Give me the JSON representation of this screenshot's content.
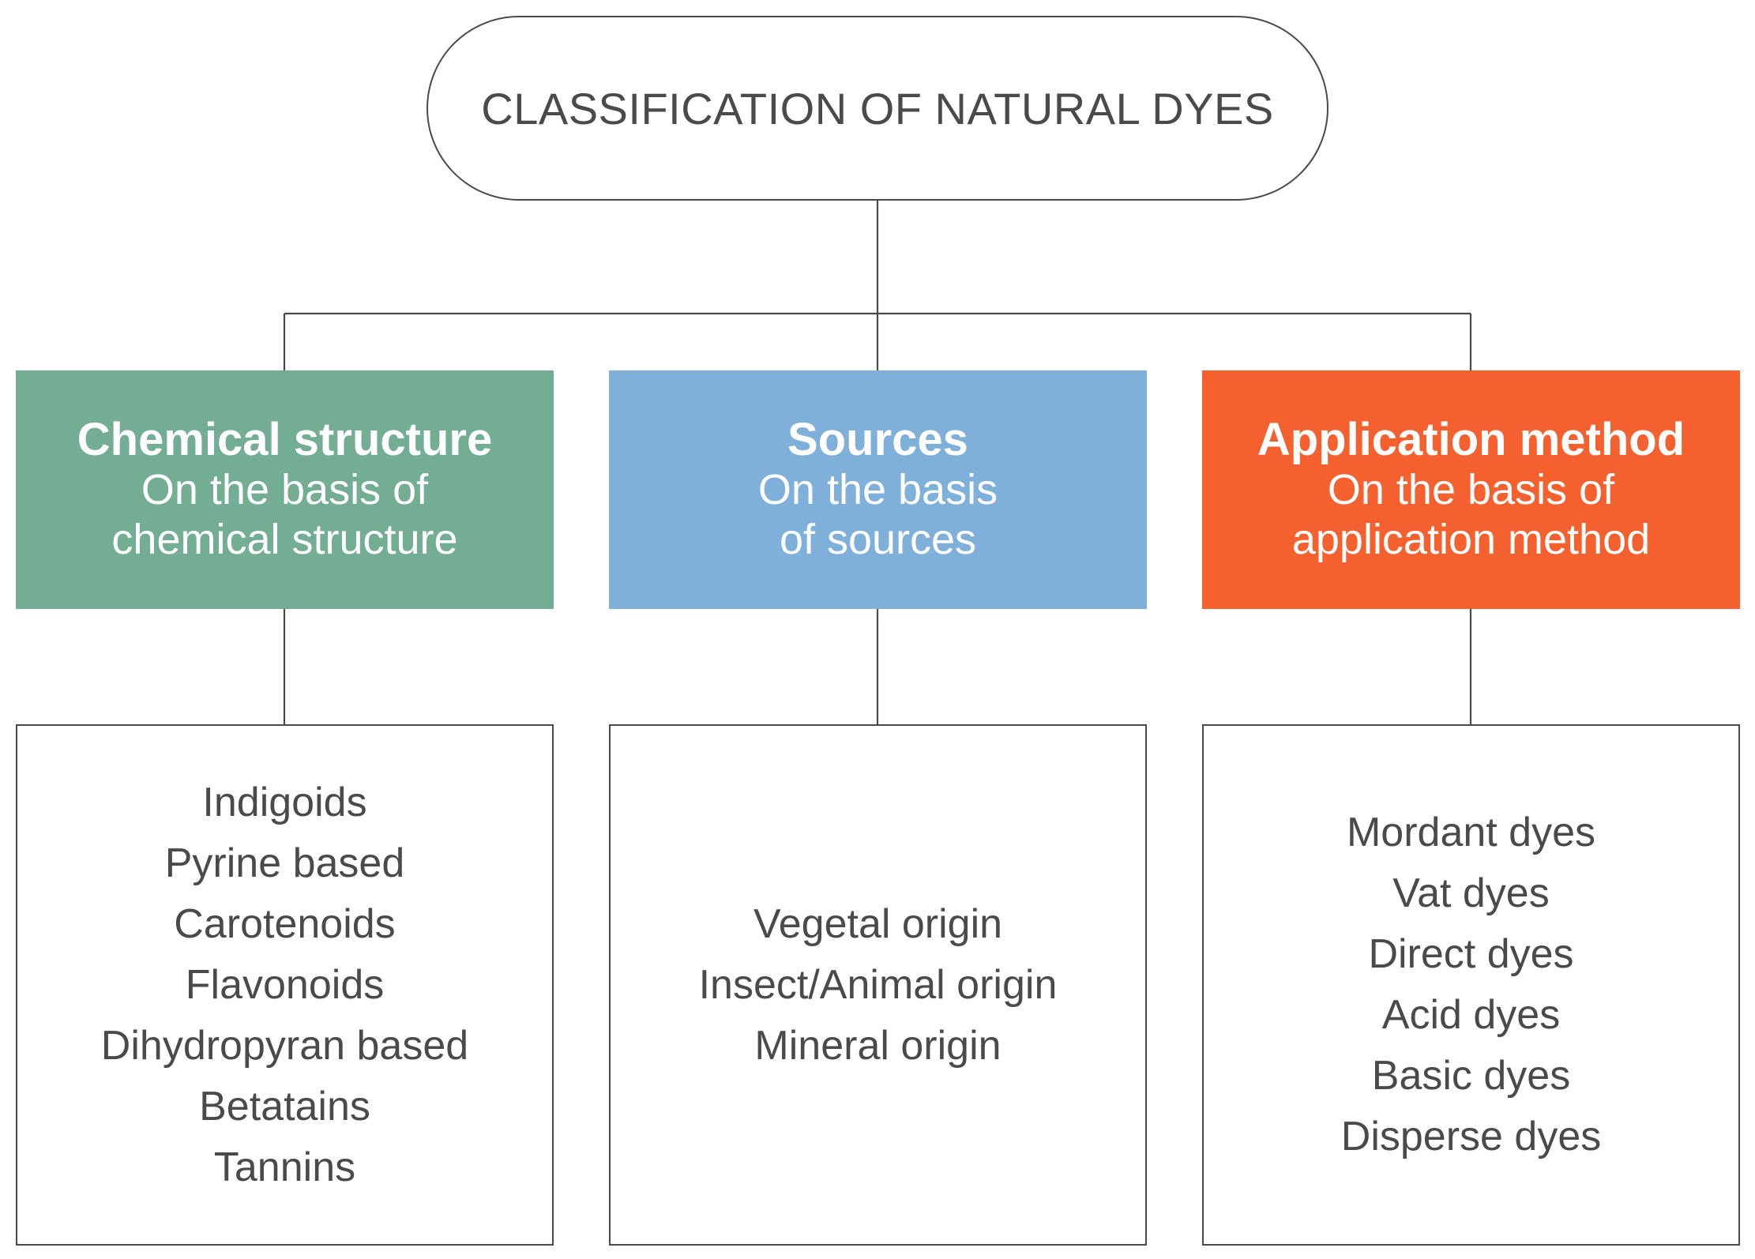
{
  "root": {
    "title": "CLASSIFICATION OF NATURAL DYES"
  },
  "categories": [
    {
      "title": "Chemical structure",
      "subtitle_lines": [
        "On the basis of",
        "chemical structure"
      ],
      "color": "#73ad93",
      "items": [
        "Indigoids",
        "Pyrine based",
        "Carotenoids",
        "Flavonoids",
        "Dihydropyran based",
        "Betatains",
        "Tannins"
      ]
    },
    {
      "title": "Sources",
      "subtitle_lines": [
        "On the basis",
        "of sources"
      ],
      "color": "#7eb0da",
      "items": [
        "Vegetal origin",
        "Insect/Animal origin",
        "Mineral origin"
      ]
    },
    {
      "title": "Application method",
      "subtitle_lines": [
        "On the basis of",
        "application method"
      ],
      "color": "#f4612e",
      "items": [
        "Mordant dyes",
        "Vat dyes",
        "Direct dyes",
        "Acid dyes",
        "Basic dyes",
        "Disperse dyes"
      ]
    }
  ]
}
